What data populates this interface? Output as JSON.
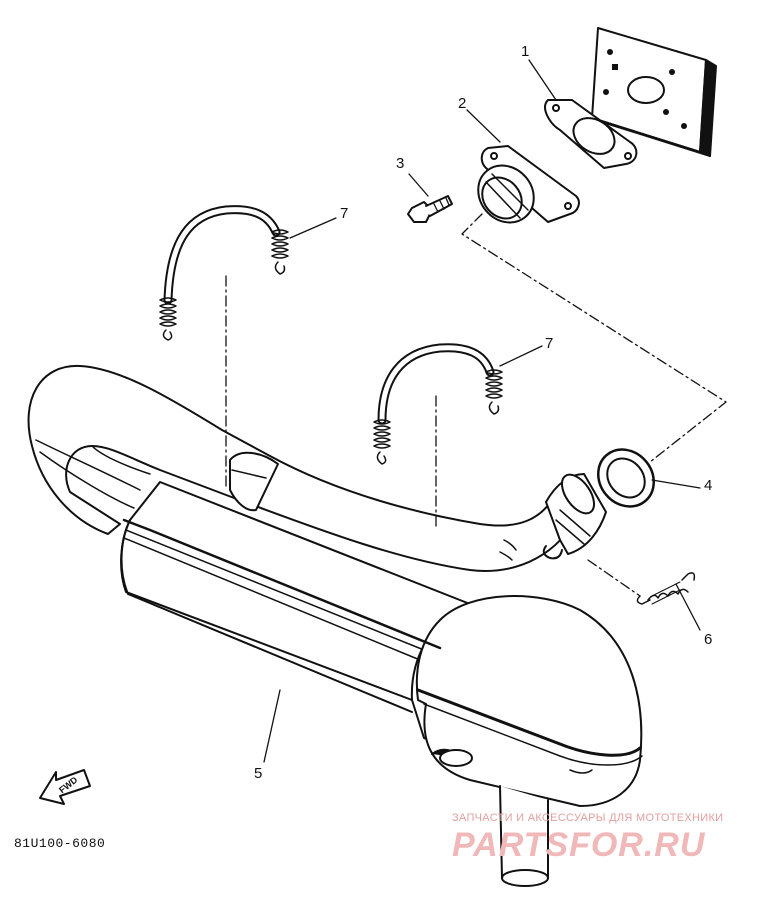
{
  "callouts": {
    "c1": "1",
    "c2": "2",
    "c3": "3",
    "c4": "4",
    "c5": "5",
    "c6": "6",
    "c7a": "7",
    "c7b": "7"
  },
  "drawing_code": "81U100-6080",
  "fwd_arrow": "FWD",
  "watermark": {
    "line1": "ЗАПЧАСТИ И АКСЕССУАРЫ ДЛЯ МОТОТЕХНИКИ",
    "line2": "PARTSFOR.RU"
  }
}
